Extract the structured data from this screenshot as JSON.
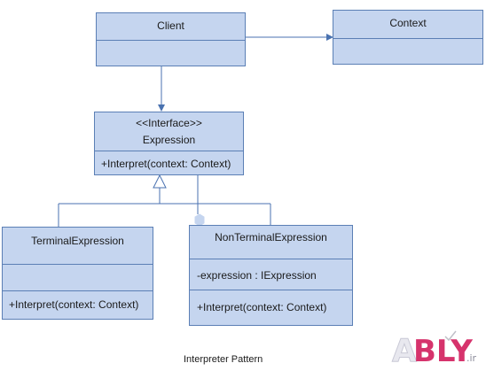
{
  "client": {
    "name": "Client"
  },
  "context": {
    "name": "Context"
  },
  "expression": {
    "stereotype": "<<Interface>>",
    "name": "Expression",
    "operation": "+Interpret(context: Context)"
  },
  "terminal": {
    "name": "TerminalExpression",
    "operation": "+Interpret(context: Context)"
  },
  "nonterminal": {
    "name": "NonTerminalExpression",
    "attribute": "-expression : IExpression",
    "operation": "+Interpret(context: Context)"
  },
  "caption": "Interpreter Pattern",
  "watermark": {
    "text": "ABLY",
    "suffix": ".ir"
  },
  "colors": {
    "box_fill": "#c5d5ef",
    "box_border": "#5b7fb5",
    "line": "#4a72b0"
  }
}
